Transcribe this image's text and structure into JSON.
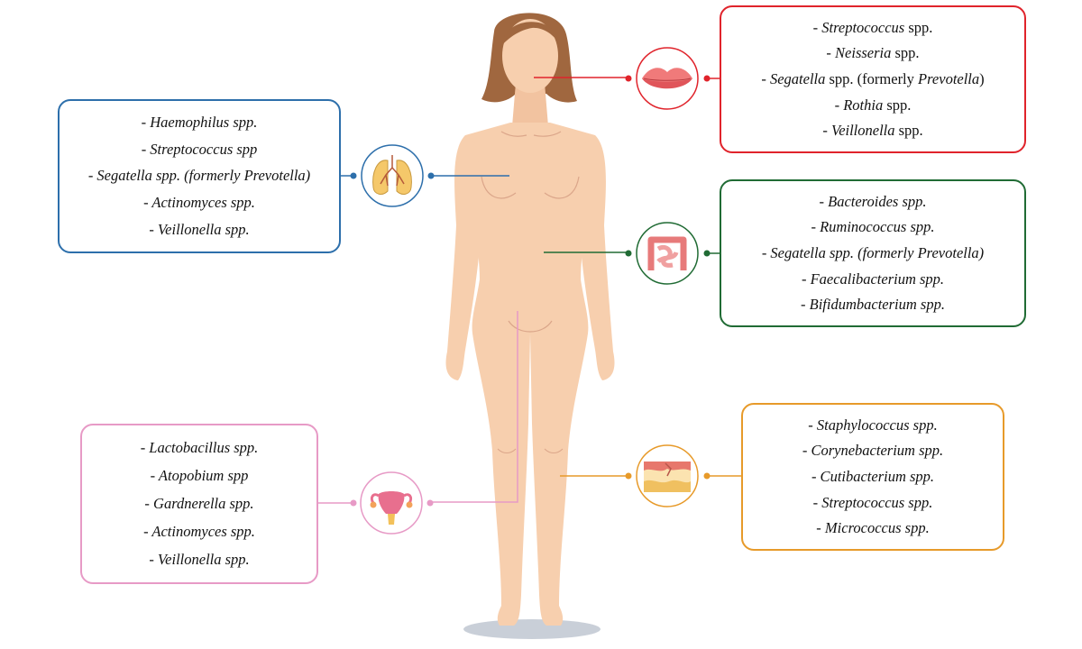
{
  "colors": {
    "mouth": "#e0232b",
    "lungs": "#2d6fab",
    "gut": "#206b34",
    "reproductive": "#e79ac6",
    "skin": "#e79a2a",
    "skin_tone": "#f7cfae",
    "hair": "#a0673f"
  },
  "icons": {
    "mouth": "lips-icon",
    "lungs": "lungs-icon",
    "gut": "intestine-icon",
    "reproductive": "uterus-icon",
    "skin": "skin-layer-icon"
  },
  "sites": {
    "mouth": {
      "items": [
        {
          "prefix": "- ",
          "name": "Streptococcus",
          "rest": " spp.",
          "aside": "",
          "close": ""
        },
        {
          "prefix": "- ",
          "name": "Neisseria",
          "rest": " spp.",
          "aside": "",
          "close": ""
        },
        {
          "prefix": "- ",
          "name": "Segatella",
          "rest": " spp. (formerly ",
          "aside": "Prevotella",
          "close": ")"
        },
        {
          "prefix": "- ",
          "name": "Rothia",
          "rest": " spp.",
          "aside": "",
          "close": ""
        },
        {
          "prefix": "- ",
          "name": "Veillonella",
          "rest": " spp.",
          "aside": "",
          "close": ""
        }
      ]
    },
    "lungs": {
      "items": [
        "- Haemophilus spp.",
        "- Streptococcus spp",
        "- Segatella spp. (formerly Prevotella)",
        "- Actinomyces spp.",
        "- Veillonella spp."
      ]
    },
    "gut": {
      "items": [
        "- Bacteroides spp.",
        "- Ruminococcus spp.",
        "- Segatella spp. (formerly Prevotella)",
        "- Faecalibacterium spp.",
        "- Bifidumbacterium spp."
      ]
    },
    "reproductive": {
      "items": [
        "- Lactobacillus spp.",
        "- Atopobium spp",
        "- Gardnerella spp.",
        "- Actinomyces spp.",
        "- Veillonella spp."
      ]
    },
    "skin": {
      "items": [
        "- Staphylococcus spp.",
        "- Corynebacterium spp.",
        "- Cutibacterium spp.",
        "- Streptococcus spp.",
        "- Micrococcus spp."
      ]
    }
  }
}
